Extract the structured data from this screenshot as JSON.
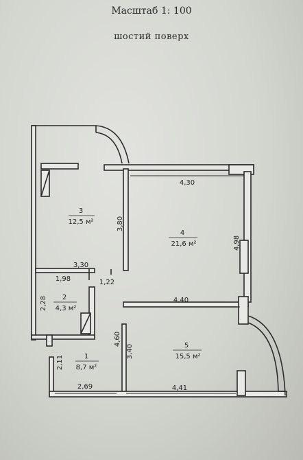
{
  "header": {
    "scale": "Масштаб 1: 100",
    "floor": "шостий поверх"
  },
  "rooms": [
    {
      "number": "3",
      "area": "12,5 м²"
    },
    {
      "number": "4",
      "area": "21,6 м²"
    },
    {
      "number": "2",
      "area": "4,3 м²"
    },
    {
      "number": "1",
      "area": "8,7 м²"
    },
    {
      "number": "5",
      "area": "15,5 м²"
    }
  ],
  "dimensions": {
    "d430": "4,30",
    "d380": "3,80",
    "d498": "4,98",
    "d330": "3,30",
    "d198": "1,98",
    "d122": "1,22",
    "d228": "2,28",
    "d440": "4,40",
    "d460": "4,60",
    "d340": "3,40",
    "d211": "2,11",
    "d269": "2,69",
    "d441": "4,41"
  },
  "colors": {
    "wall": "#3c3c3c",
    "wall_fill": "#e8e8e4",
    "line": "#2b2b2b"
  }
}
